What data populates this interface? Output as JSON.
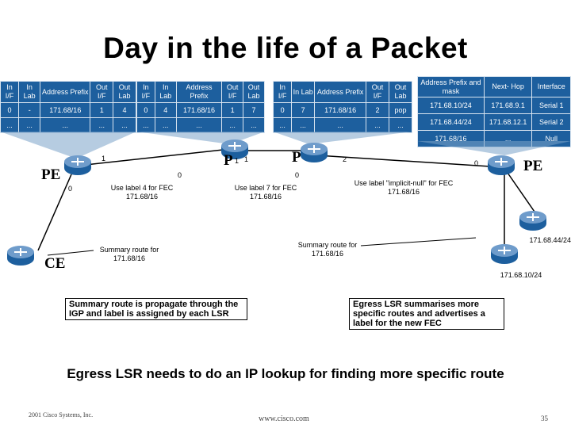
{
  "title": "Day in the life of a Packet",
  "lfib_headers": [
    "In I/F",
    "In Lab",
    "Address Prefix",
    "Out I/F",
    "Out Lab"
  ],
  "lfib_tables": [
    {
      "rows": [
        [
          "0",
          "-",
          "171.68/16",
          "1",
          "4"
        ],
        [
          "...",
          "...",
          "...",
          "...",
          "..."
        ]
      ]
    },
    {
      "rows": [
        [
          "0",
          "4",
          "171.68/16",
          "1",
          "7"
        ],
        [
          "...",
          "...",
          "...",
          "...",
          "..."
        ]
      ]
    },
    {
      "rows": [
        [
          "0",
          "7",
          "171.68/16",
          "2",
          "pop"
        ],
        [
          "...",
          "...",
          "...",
          "...",
          "..."
        ]
      ]
    }
  ],
  "route_table": {
    "headers": [
      "Address Prefix and mask",
      "Next- Hop",
      "Interface"
    ],
    "rows": [
      [
        "171.68.10/24",
        "171.68.9.1",
        "Serial 1"
      ],
      [
        "171.68.44/24",
        "171.68.12.1",
        "Serial 2"
      ],
      [
        "171.68/16",
        "...",
        "Null"
      ]
    ]
  },
  "nodes": {
    "pe_left": "PE",
    "p1": "P",
    "p1_sub": "1",
    "p2": "P",
    "pe_right": "PE",
    "ce": "CE"
  },
  "interface_labels": {
    "pe_left_out": "1",
    "pe_left_down": "0",
    "p1_in": "0",
    "p1_out": "1",
    "p2_in": "0",
    "p2_out": "2",
    "pe_right_in": "0"
  },
  "labels": {
    "use_label_4": "Use label 4 for FEC 171.68/16",
    "use_label_7": "Use label 7 for FEC 171.68/16",
    "implicit_null": "Use label \"implicit-null\" for FEC 171.68/16",
    "summary_route_left": "Summary route for 171.68/16",
    "summary_route_right": "Summary route for 171.68/16",
    "net_44": "171.68.44/24",
    "net_10": "171.68.10/24"
  },
  "boxes": {
    "igp_note": "Summary route is propagate through the IGP and label is assigned by each LSR",
    "egress_note": "Egress LSR summarises more specific routes and advertises a label for the new FEC"
  },
  "footer_message": "Egress LSR needs to do an IP lookup for finding more specific route",
  "footer": {
    "copyright": "2001 Cisco Systems, Inc.",
    "url": "www.cisco.com",
    "page": "35"
  }
}
